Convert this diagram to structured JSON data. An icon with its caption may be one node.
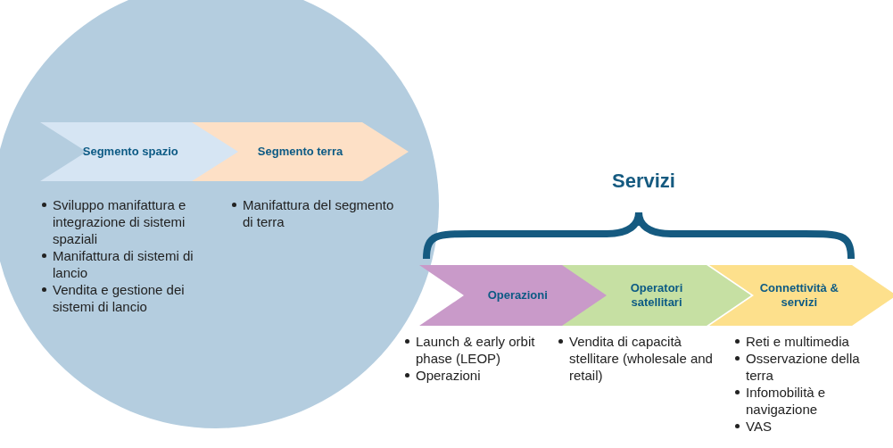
{
  "diagram": {
    "nodes": [
      {
        "text": [],
        "shape": "circle"
      },
      {
        "text": [
          "Segmento spazio"
        ],
        "in": 0,
        "beside": [
          "Sviluppo manifattura e integrazione di sistemi spaziali",
          "Manifattura di sistemi di lancio",
          "Vendita e gestione dei sistemi di lancio"
        ]
      },
      {
        "text": [
          "Segmento terra"
        ],
        "in": 0,
        "beside": [
          "Manifattura del segmento di terra"
        ]
      },
      {
        "text": [
          "Operazioni"
        ],
        "beside": [
          "Launch & early orbit phase (LEOP)",
          "Operazioni"
        ]
      },
      {
        "text": [
          "Operatori satellitari"
        ],
        "beside": [
          "Vendita di capacità stellitare (wholesale and retail)"
        ]
      },
      {
        "text": [
          "Connettività & servizi"
        ],
        "beside": [
          "Reti e multimedia",
          "Osservazione della terra",
          "Infomobilità e navigazione",
          "VAS"
        ]
      }
    ],
    "labels": [
      "Servizi"
    ]
  }
}
